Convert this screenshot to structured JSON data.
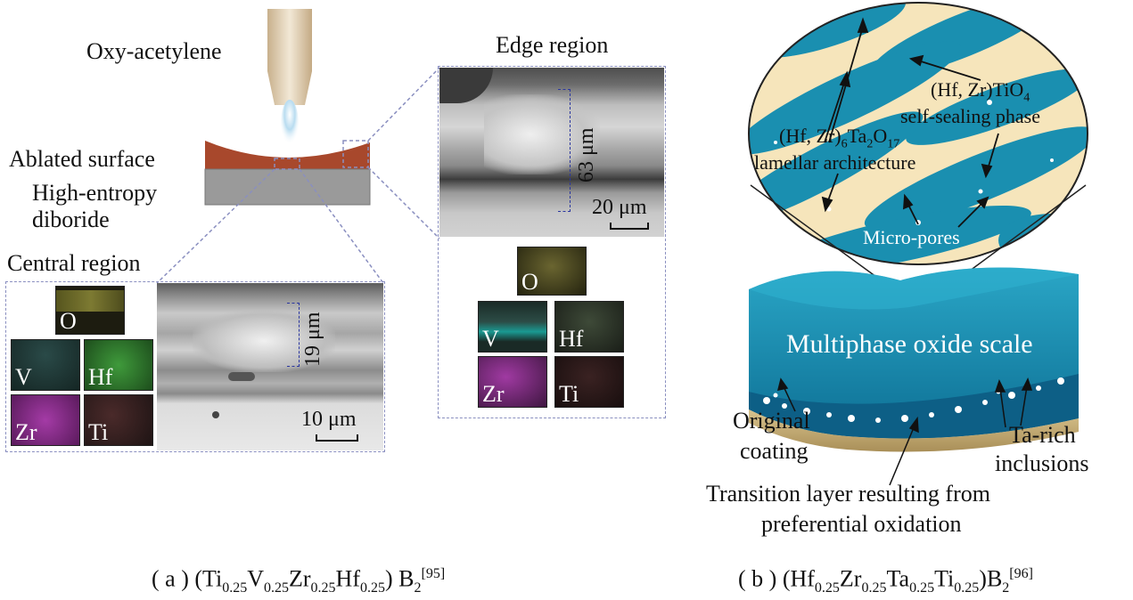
{
  "panel_a": {
    "torch_label": "Oxy-acetylene",
    "ablated_surface_label": "Ablated surface",
    "substrate_label_line1": "High-entropy",
    "substrate_label_line2": "diboride",
    "central": {
      "title": "Central region",
      "thickness": "19 μm",
      "scale": "10 μm",
      "maps": [
        "O",
        "V",
        "Hf",
        "Zr",
        "Ti"
      ]
    },
    "edge": {
      "title": "Edge region",
      "thickness": "63 μm",
      "scale": "20 μm",
      "maps": [
        "O",
        "V",
        "Hf",
        "Zr",
        "Ti"
      ]
    },
    "caption": {
      "prefix": "( a ) (Ti",
      "s1": "0.25",
      "e2": "V",
      "s2": "0.25",
      "e3": "Zr",
      "s3": "0.25",
      "e4": "Hf",
      "s4": "0.25",
      "close": ") B",
      "sub_b": "2",
      "ref": "[95]"
    }
  },
  "panel_b": {
    "phase1_line1": "(Hf, Zr)TiO",
    "phase1_sub": "4",
    "phase1_line2": "self-sealing phase",
    "phase2_prefix": "(Hf, Zr)",
    "phase2_sub1": "6",
    "phase2_mid": "Ta",
    "phase2_sub2": "2",
    "phase2_o": "O",
    "phase2_sub3": "17",
    "phase2_line2": "lamellar architecture",
    "micropores": "Micro-pores",
    "scale_label": "Multiphase oxide scale",
    "original_line1": "Original",
    "original_line2": "coating",
    "ta_line1": "Ta-rich",
    "ta_line2": "inclusions",
    "transition_line1": "Transition layer resulting from",
    "transition_line2": "preferential oxidation",
    "caption": {
      "prefix": "( b ) (Hf",
      "s1": "0.25",
      "e2": "Zr",
      "s2": "0.25",
      "e3": "Ta",
      "s3": "0.25",
      "e4": "Ti",
      "s4": "0.25",
      "close": ")B",
      "sub_b": "2",
      "ref": "[96]"
    }
  },
  "colors": {
    "oxide_blue": "#1a8fb0",
    "cream": "#f6e5bb",
    "ablated": "#a8482c",
    "substrate": "#9a9a9a",
    "dashed": "#8a8fc0",
    "nozzle": "#d8c4a4"
  }
}
